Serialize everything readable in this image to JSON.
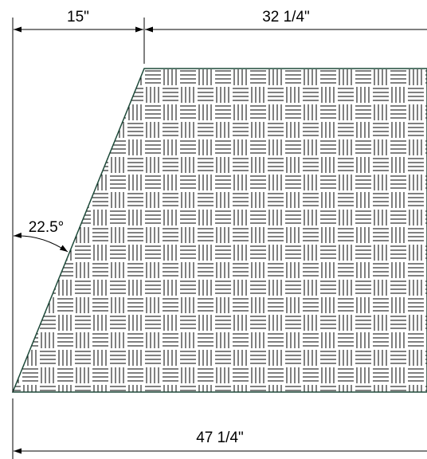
{
  "dimensions": {
    "top_offset": "15\"",
    "top_width": "32 1/4\"",
    "bottom_width": "47 1/4\"",
    "angle": "22.5°"
  },
  "colors": {
    "ink": "#000000",
    "edge": "#1e4a3a",
    "background": "#ffffff"
  },
  "fill_pattern": "basket-weave"
}
